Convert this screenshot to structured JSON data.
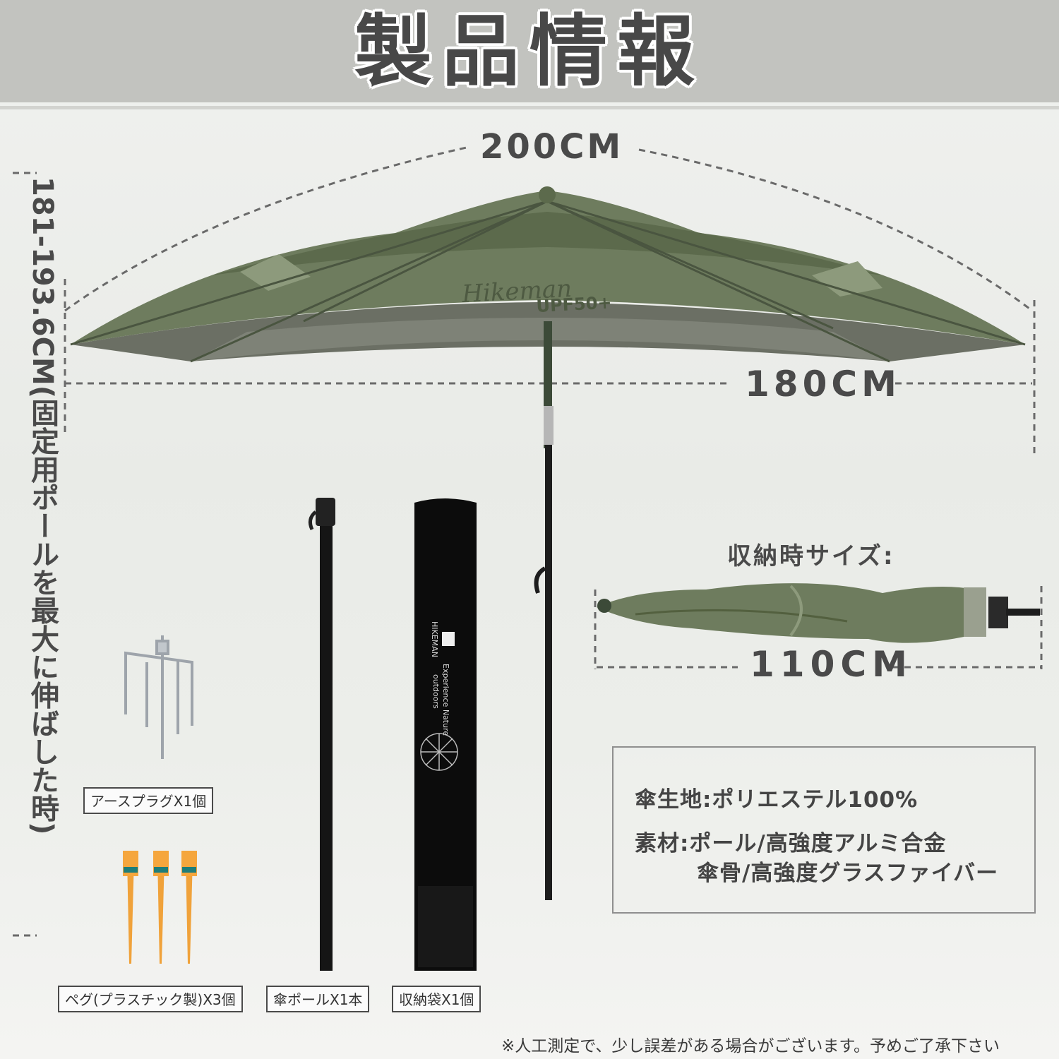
{
  "header": {
    "title": "製品情報"
  },
  "dimensions": {
    "width_open": "200CM",
    "canopy_span": "180CM",
    "height_range": "181-193.6CM(固定用ポールを最大に伸ばした時)",
    "storage_length": "110CM"
  },
  "storage": {
    "label": "収納時サイズ:"
  },
  "specs": {
    "fabric": "傘生地:ポリエステル100%",
    "material_pole": "素材:ポール/高強度アルミ合金",
    "material_ribs": "傘骨/高強度グラスファイバー"
  },
  "canopy_print": {
    "brand": "Hikeman",
    "rating": "UPF50+"
  },
  "bag_print": {
    "brand": "HIKEMAN",
    "slogan_1": "Experience Nature",
    "slogan_2": "outdoors"
  },
  "accessories": {
    "earth_plug": "アースプラグX1個",
    "pegs": "ペグ(プラスチック製)X3個",
    "pole": "傘ポールX1本",
    "bag": "収納袋X1個"
  },
  "footnote": "※人工測定で、少し誤差がある場合がございます。予めご了承下さい",
  "colors": {
    "canopy": "#6e7c5e",
    "canopy_dark": "#5c6a4c",
    "peg": "#f0a23a",
    "header_bg": "#c2c3bf"
  }
}
